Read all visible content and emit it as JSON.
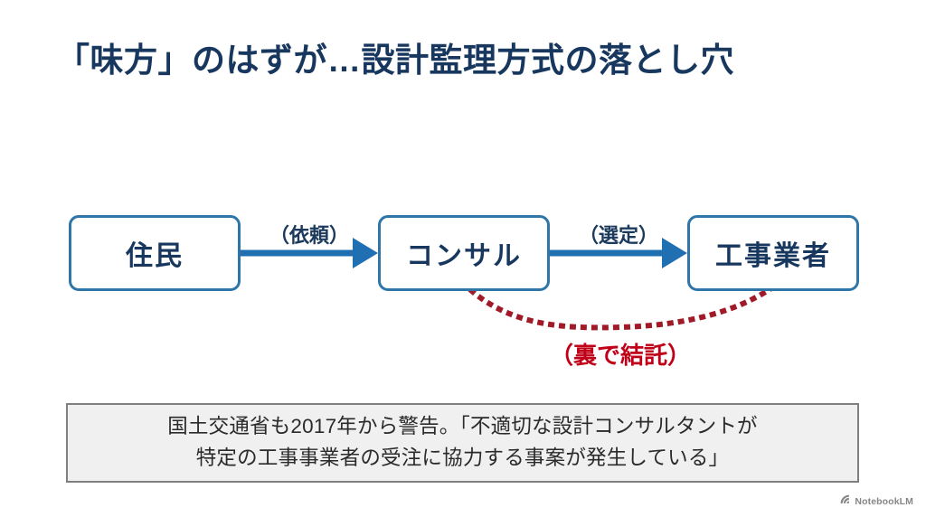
{
  "slide": {
    "title": "「味方」のはずが…設計監理方式の落とし穴",
    "background_color": "#FFFFFF",
    "title_color": "#17375E"
  },
  "diagram": {
    "type": "flow",
    "node_border_color": "#2E75A8",
    "arrow_color": "#1F6FB2",
    "nodes": [
      {
        "id": "residents",
        "label": "住民"
      },
      {
        "id": "consultant",
        "label": "コンサル"
      },
      {
        "id": "contractor",
        "label": "工事業者"
      }
    ],
    "edges": [
      {
        "id": "request",
        "from": "residents",
        "to": "consultant",
        "label": "（依頼）"
      },
      {
        "id": "selection",
        "from": "consultant",
        "to": "contractor",
        "label": "（選定）"
      }
    ],
    "hidden_link": {
      "id": "collusion",
      "from": "consultant",
      "to": "contractor",
      "label": "（裏で結託）",
      "style": "dotted-curve",
      "color": "#A01A28",
      "label_color": "#C00018"
    }
  },
  "quote_box": {
    "border_color": "#7F7F7F",
    "background_color": "#F0F0F0",
    "lines": [
      "国土交通省も2017年から警告。「不適切な設計コンサルタントが",
      "特定の工事事業者の受注に協力する事案が発生している」"
    ]
  },
  "watermark": {
    "icon": "notebooklm-logo-icon",
    "text": "NotebookLM"
  }
}
